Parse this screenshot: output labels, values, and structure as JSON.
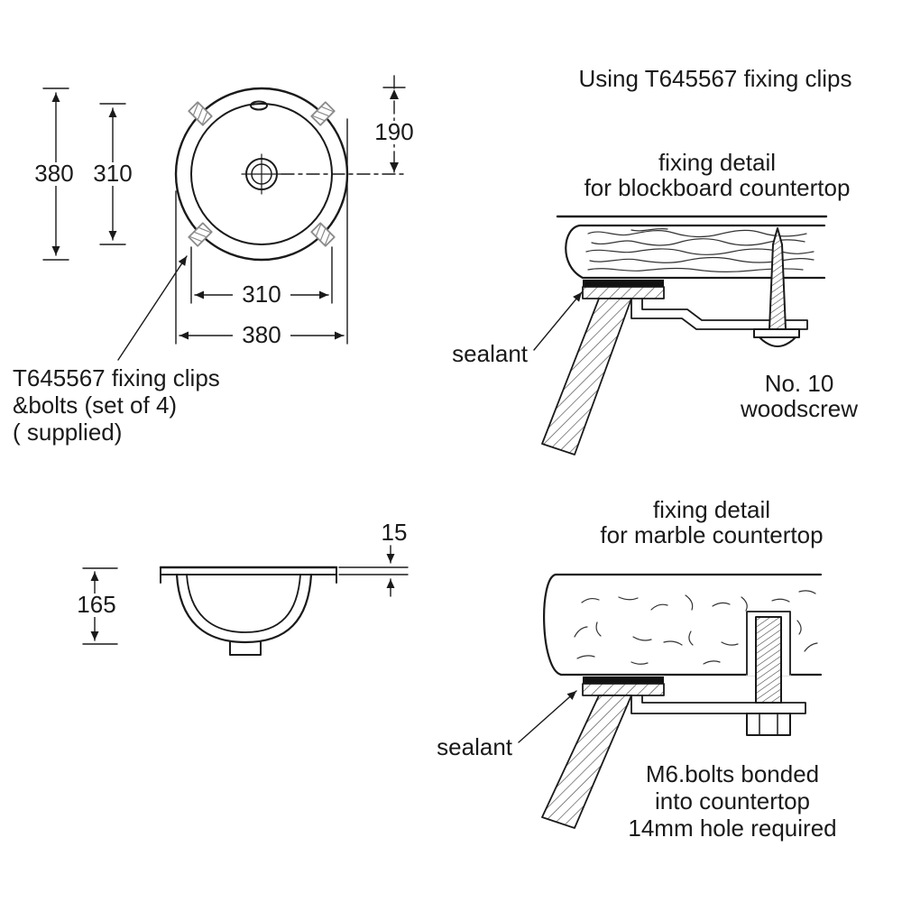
{
  "ink": "#1a1a1a",
  "header": {
    "title": "Using T645567 fixing clips"
  },
  "top_view": {
    "dim_outer_v": "380",
    "dim_inner_v": "310",
    "dim_radius": "190",
    "dim_inner_h": "310",
    "dim_outer_h": "380",
    "clips_note": {
      "line1": "T645567 fixing clips",
      "line2": "&bolts (set of 4)",
      "line3": "( supplied)"
    }
  },
  "blockboard": {
    "caption": {
      "line1": "fixing detail",
      "line2": "for blockboard countertop"
    },
    "sealant": "sealant",
    "screw": {
      "line1": "No. 10",
      "line2": "woodscrew"
    }
  },
  "side_view": {
    "dim_rim": "15",
    "dim_depth": "165"
  },
  "marble": {
    "caption": {
      "line1": "fixing detail",
      "line2": "for marble countertop"
    },
    "sealant": "sealant",
    "bolt": {
      "line1": "M6.bolts bonded",
      "line2": "into countertop",
      "line3": "14mm hole required"
    }
  }
}
